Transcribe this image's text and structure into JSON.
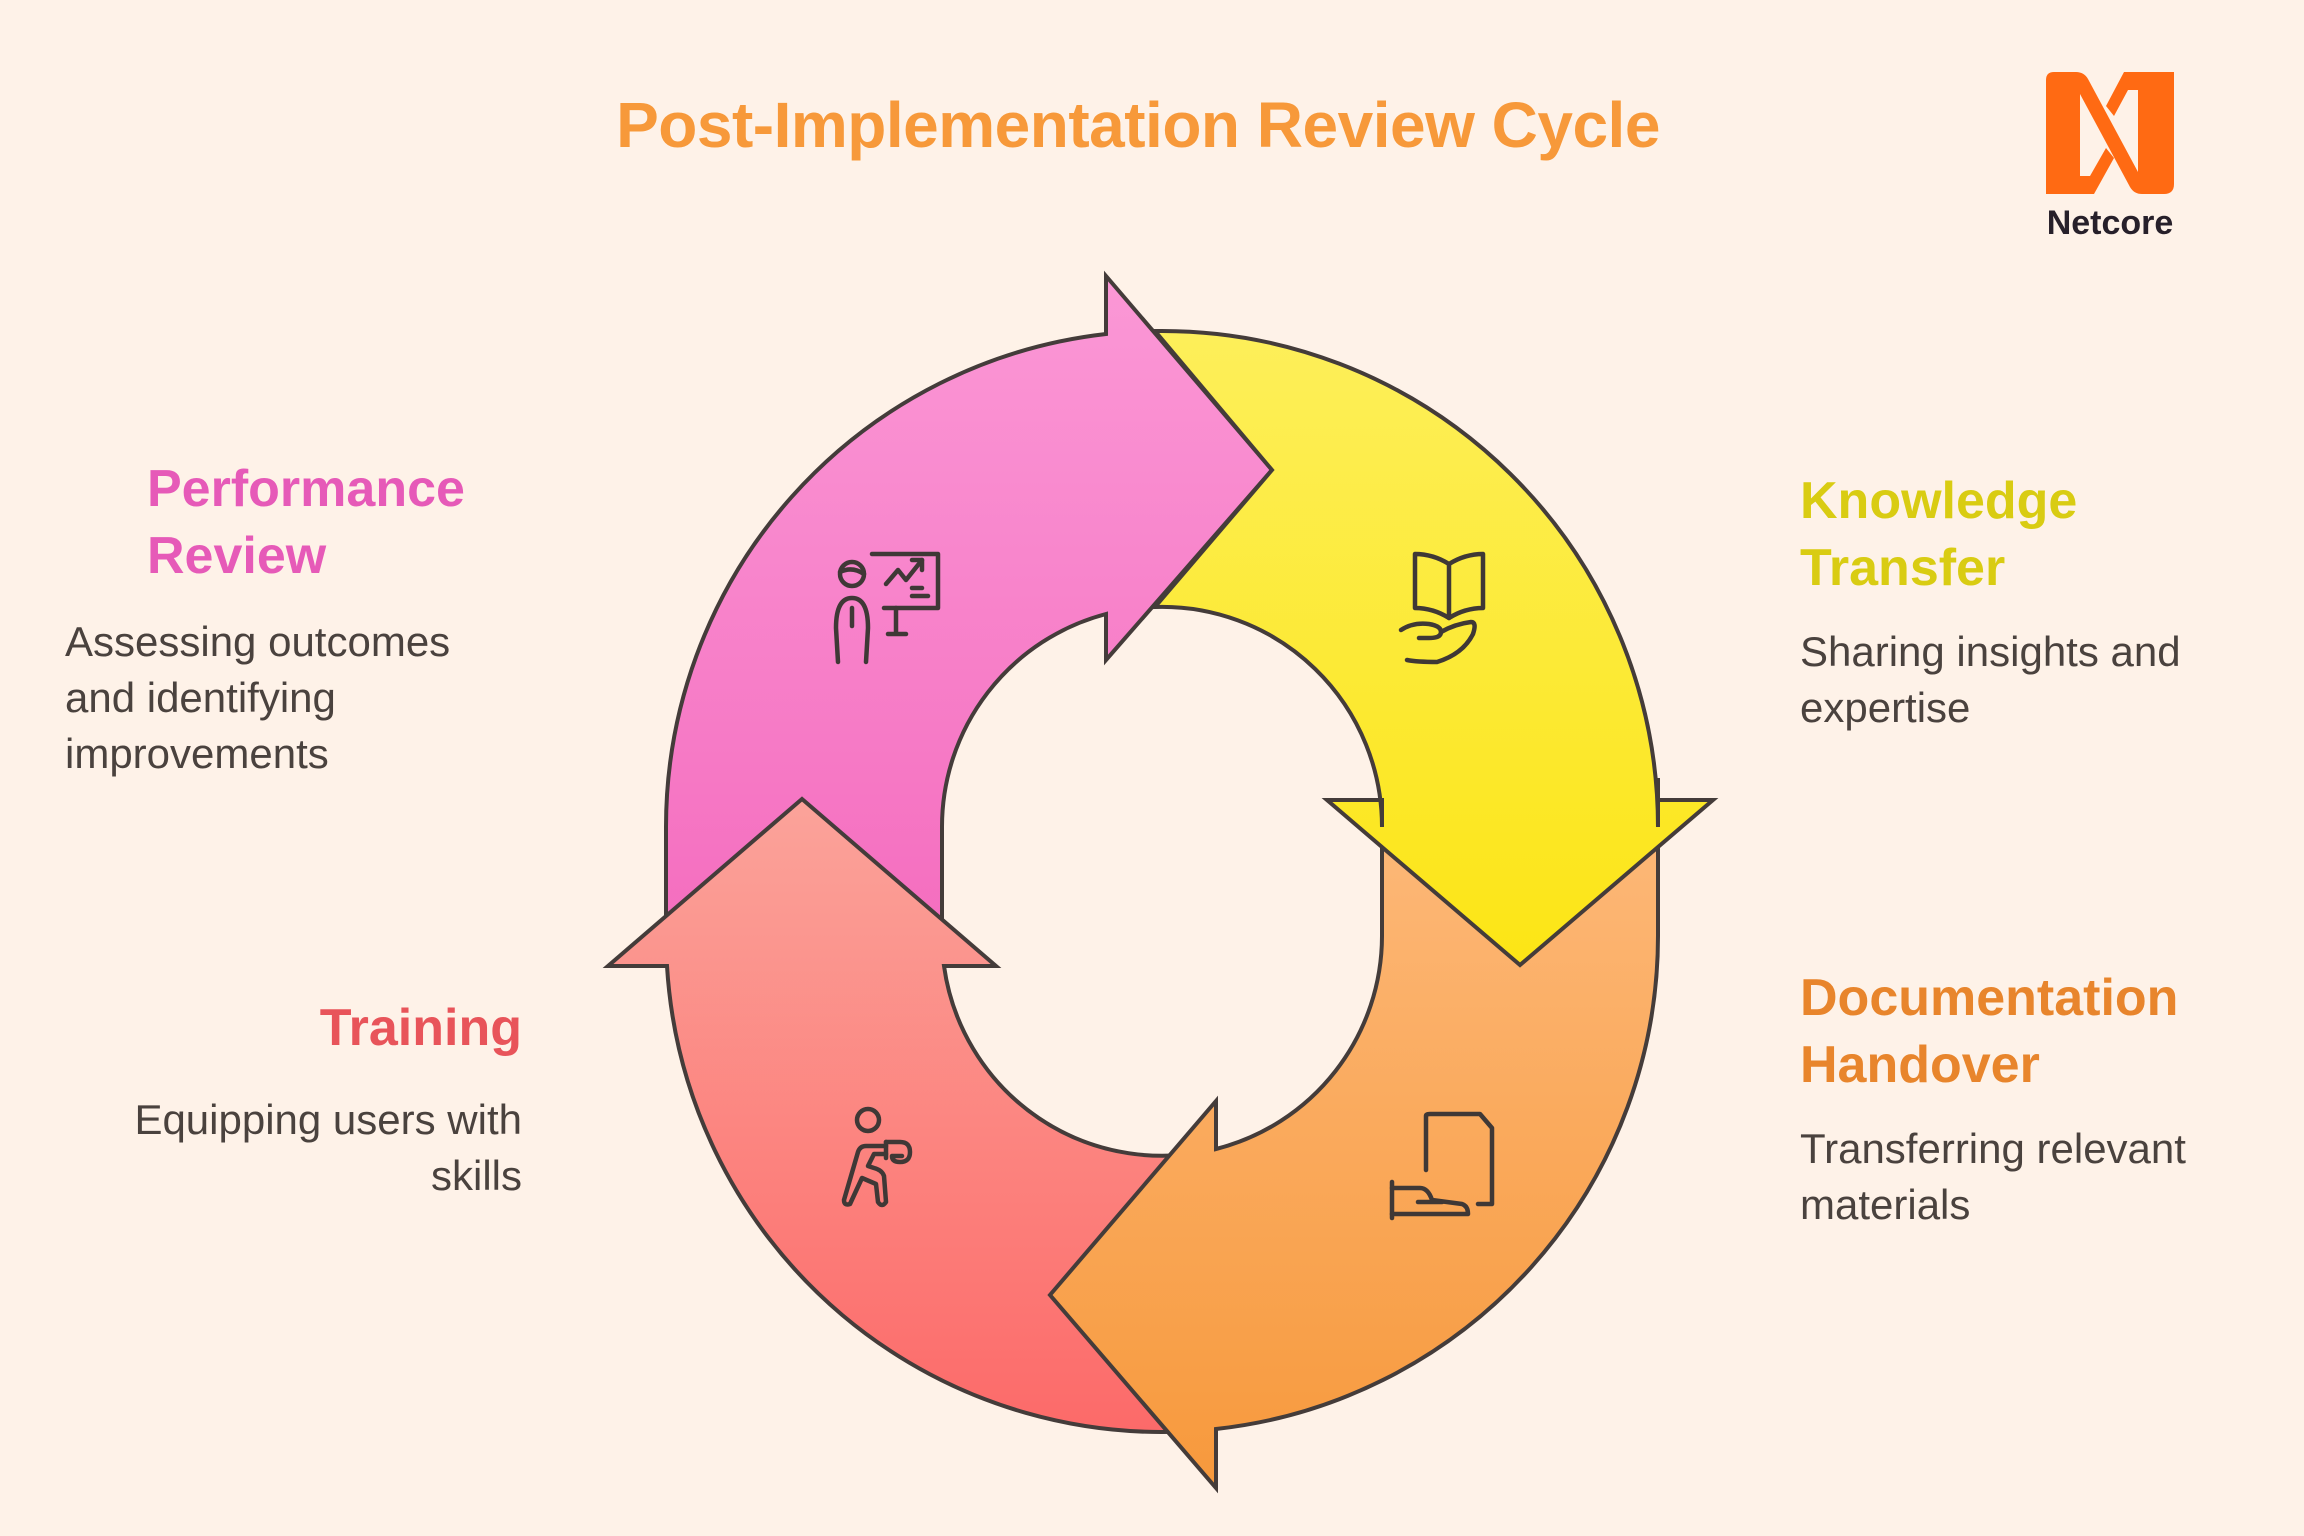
{
  "title": "Post-Implementation Review Cycle",
  "logo": {
    "name": "Netcore",
    "icon": "netcore-n-logo-icon",
    "color": "#FF6A13"
  },
  "background_color": "#FEF2E8",
  "stages": [
    {
      "id": "performance-review",
      "title_line1": "Performance",
      "title_line2": "Review",
      "description_lines": [
        "Assessing outcomes",
        "and identifying",
        "improvements"
      ],
      "icon": "presenter-chart-icon",
      "color": "#E65AB8",
      "gradient": [
        "#FB98D6",
        "#F46CBE"
      ]
    },
    {
      "id": "knowledge-transfer",
      "title_line1": "Knowledge",
      "title_line2": "Transfer",
      "description_lines": [
        "Sharing insights and",
        "expertise"
      ],
      "icon": "book-in-hand-icon",
      "color": "#D9CC12",
      "gradient": [
        "#FDEF5A",
        "#FCE515"
      ]
    },
    {
      "id": "documentation-handover",
      "title_line1": "Documentation",
      "title_line2": "Handover",
      "description_lines": [
        "Transferring relevant",
        "materials"
      ],
      "icon": "document-handover-icon",
      "color": "#E8852C",
      "gradient": [
        "#FDBA7C",
        "#F7993C"
      ]
    },
    {
      "id": "training",
      "title_line1": "Training",
      "description_lines": [
        "Equipping users with",
        "skills"
      ],
      "icon": "training-exercise-icon",
      "color": "#E8545A",
      "gradient": [
        "#FBA39A",
        "#FC6A69"
      ]
    }
  ],
  "cycle_order": [
    "Performance Review",
    "Knowledge Transfer",
    "Documentation Handover",
    "Training"
  ]
}
